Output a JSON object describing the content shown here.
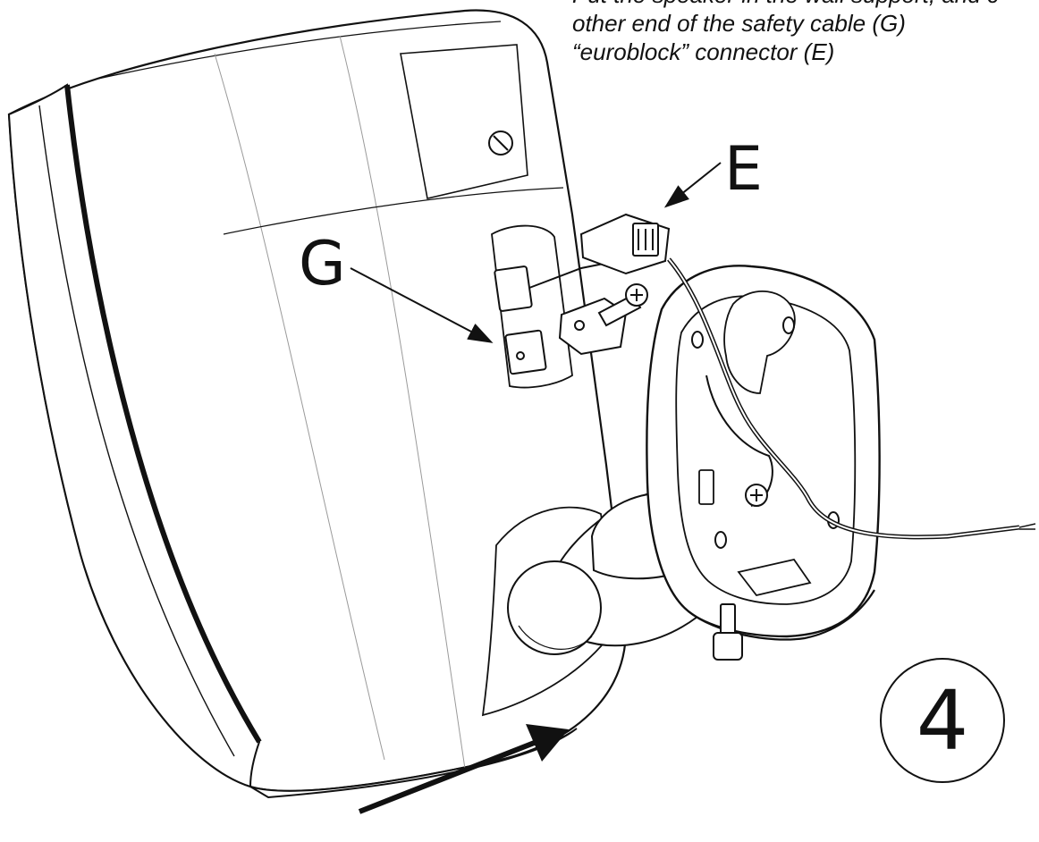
{
  "instruction": {
    "line1": "Put the speaker in the wall support, and c",
    "line2": "other end of the safety cable (G)",
    "line3": "“euroblock” connector (E)"
  },
  "callouts": {
    "g": "G",
    "e": "E"
  },
  "step_number": "4",
  "colors": {
    "line": "#111111",
    "fill": "#ffffff",
    "light_line": "#9a9a9a"
  }
}
